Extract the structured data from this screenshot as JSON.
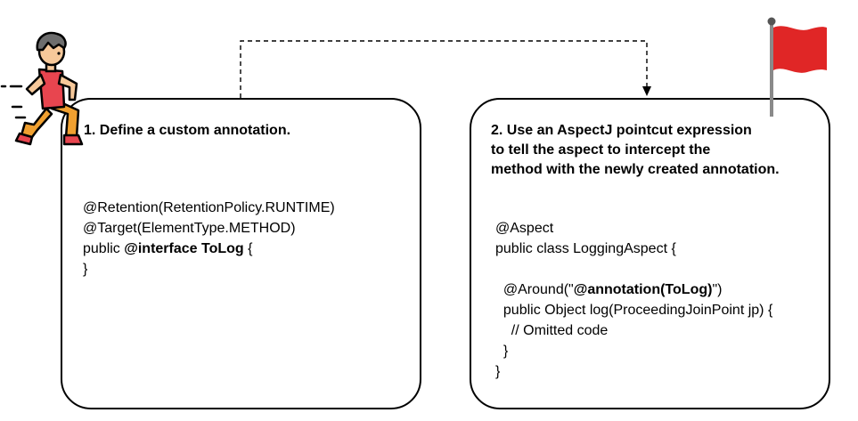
{
  "colors": {
    "flag": "#e02626",
    "flag_pole": "#8a8a8a",
    "runner_shirt": "#e8454f",
    "runner_pants": "#f0a030",
    "runner_skin": "#f6c89a",
    "runner_hair": "#6d6d6d",
    "runner_outline": "#000000"
  },
  "icons": {
    "start": "running-person-icon",
    "finish": "red-flag-icon"
  },
  "step1": {
    "title": "1. Define a custom annotation.",
    "code": {
      "line1": "@Retention(RetentionPolicy.RUNTIME)",
      "line2": "@Target(ElementType.METHOD)",
      "line3_prefix": "public ",
      "line3_bold": "@interface ToLog",
      "line3_suffix": " {",
      "line4": "}"
    }
  },
  "step2": {
    "title_line1": "2. Use an AspectJ pointcut expression",
    "title_line2": "to tell the aspect to intercept the",
    "title_line3": "method with the newly created annotation.",
    "code": {
      "line1": "@Aspect",
      "line2": "public class LoggingAspect {",
      "line3": "",
      "line4_prefix": "  @Around(\"",
      "line4_bold": "@annotation(ToLog)",
      "line4_suffix": "\")",
      "line5": "  public Object log(ProceedingJoinPoint jp) {",
      "line6": "    // Omitted code",
      "line7": "  }",
      "line8": "}"
    }
  }
}
